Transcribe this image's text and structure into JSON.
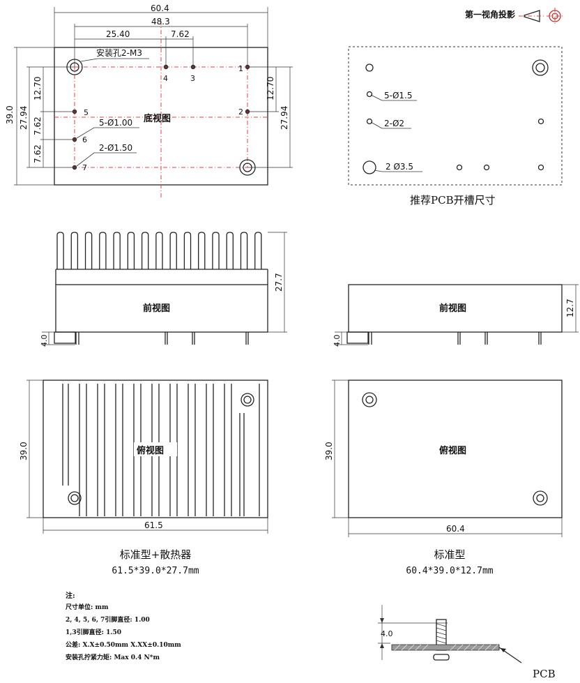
{
  "projection": {
    "label": "第一视角投影"
  },
  "bottom_view": {
    "title": "底视图",
    "dims": {
      "overall_width": "60.4",
      "pin_span": "48.3",
      "pin_offset_a": "25.40",
      "pin_offset_b": "7.62",
      "height": "39.0",
      "left_inner": "27.94",
      "right_inner": "27.94",
      "left_top": "12.70",
      "right_top": "12.70",
      "left_mid": "7.62",
      "left_bottom": "7.62"
    },
    "callouts": {
      "mount": "安装孔2-M3",
      "five_holes": "5-Ø1.00",
      "two_holes": "2-Ø1.50"
    },
    "pins": [
      "1",
      "2",
      "4",
      "3",
      "5",
      "6",
      "7"
    ]
  },
  "pcb_view": {
    "title": "推荐PCB开槽尺寸",
    "callouts": [
      "5-Ø1.5",
      "2-Ø2",
      "2 Ø3.5"
    ]
  },
  "front_view_sink": {
    "title": "前视图",
    "height": "27.7",
    "pin_len": "4.0"
  },
  "front_view_std": {
    "title": "前视图",
    "height": "12.7",
    "pin_len": "4.0"
  },
  "top_view_sink": {
    "title": "俯视图",
    "height": "39.0",
    "width": "61.5"
  },
  "top_view_std": {
    "title": "俯视图",
    "height": "39.0",
    "width": "60.4"
  },
  "captions": {
    "sink_name": "标准型+散热器",
    "sink_size": "61.5*39.0*27.7mm",
    "std_name": "标准型",
    "std_size": "60.4*39.0*12.7mm"
  },
  "notes": {
    "title": "注:",
    "lines": [
      "尺寸单位: mm",
      "2, 4, 5, 6, 7引脚直径: 1.00",
      "1,3引脚直径: 1.50",
      "公差: X.X±0.50mm   X.XX±0.10mm",
      "安装孔拧紧力矩: Max 0.4 N*m"
    ]
  },
  "mount_detail": {
    "dim": "4.0",
    "label": "PCB"
  }
}
